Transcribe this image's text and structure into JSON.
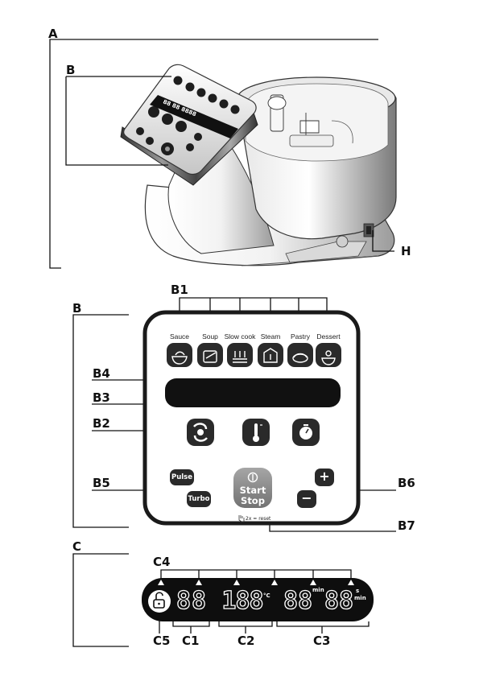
{
  "labels": {
    "a": "A",
    "b_top": "B",
    "b_panel": "B",
    "h": "H",
    "c": "C",
    "b1": "B1",
    "b2": "B2",
    "b3": "B3",
    "b4": "B4",
    "b5": "B5",
    "b6": "B6",
    "b7": "B7",
    "c1": "C1",
    "c2": "C2",
    "c3": "C3",
    "c4": "C4",
    "c5": "C5"
  },
  "programs": [
    "Sauce",
    "Soup",
    "Slow cook",
    "Steam",
    "Pastry",
    "Dessert"
  ],
  "buttons": {
    "pulse": "Pulse",
    "turbo": "Turbo",
    "start_line1": "Start",
    "start_line2": "Stop",
    "reset_hint": "2x = reset",
    "plus": "+",
    "minus": "−"
  },
  "display": {
    "c1_digits": "88",
    "c2_digits": "188",
    "c2_unit": "°C",
    "c3_digits_a": "88",
    "c3_digits_b": "88",
    "c3_unit_min": "min",
    "c3_unit_s": "s",
    "c3_unit_min2": "min"
  },
  "colors": {
    "panel_border": "#1a1a1a",
    "button_dark": "#2a2a2a",
    "start_grey": "#8a8a8a",
    "display_black": "#0e0e0e",
    "outline_grey": "#555555"
  },
  "icons": [
    "sauce-icon",
    "soup-icon",
    "slow-cook-icon",
    "steam-icon",
    "pastry-icon",
    "dessert-icon",
    "knead-icon",
    "thermometer-icon",
    "timer-icon",
    "lock-open-icon",
    "power-icon",
    "hand-icon"
  ]
}
